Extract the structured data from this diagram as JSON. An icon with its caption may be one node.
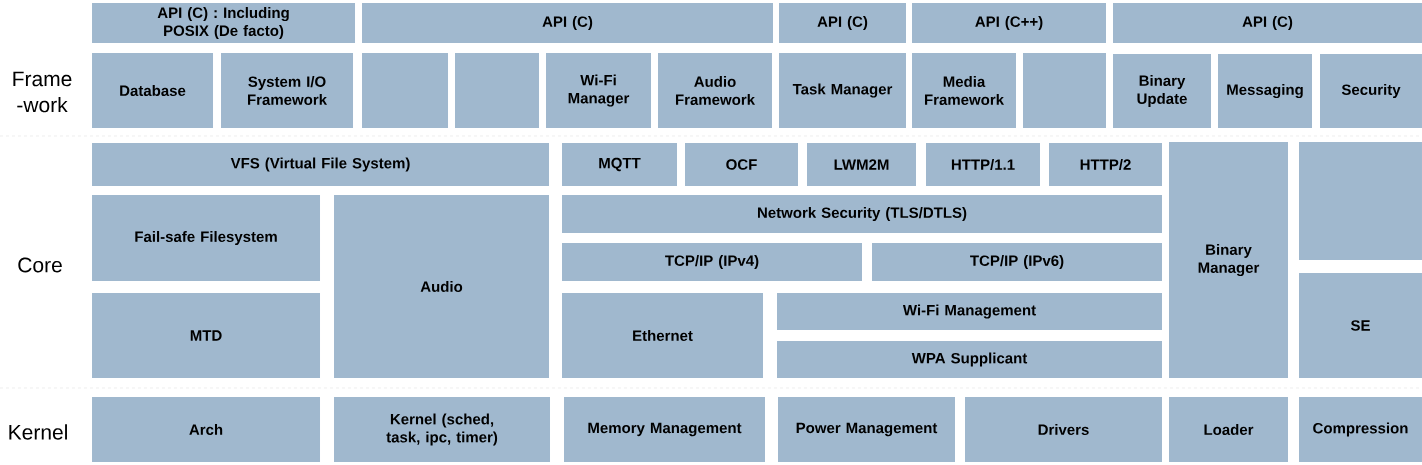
{
  "diagram": {
    "nodes": [
      {
        "text": [
          "API (C) : Including POSIX (De facto)"
        ]
      },
      {
        "text": [
          "API (C)"
        ]
      },
      {
        "text": [
          "API (C)"
        ]
      },
      {
        "text": [
          "API (C++)"
        ]
      },
      {
        "text": [
          "API (C)"
        ]
      },
      {
        "text": [
          "Database"
        ]
      },
      {
        "text": [
          "System I/O Framework"
        ]
      },
      {
        "text": [],
        "shape": "box"
      },
      {
        "text": [],
        "shape": "box"
      },
      {
        "text": [
          "Wi-Fi Manager"
        ]
      },
      {
        "text": [
          "Audio Framework"
        ]
      },
      {
        "text": [
          "Task Manager"
        ]
      },
      {
        "text": [
          "Media Framework"
        ]
      },
      {
        "text": [],
        "shape": "box"
      },
      {
        "text": [
          "Binary Update"
        ]
      },
      {
        "text": [
          "Messaging"
        ]
      },
      {
        "text": [
          "Security"
        ]
      },
      {
        "text": [
          "VFS (Virtual File System)"
        ]
      },
      {
        "text": [
          "MQTT"
        ]
      },
      {
        "text": [
          "OCF"
        ]
      },
      {
        "text": [
          "LWM2M"
        ]
      },
      {
        "text": [
          "HTTP/1.1"
        ]
      },
      {
        "text": [
          "HTTP/2"
        ]
      },
      {
        "text": [
          "Binary Manager"
        ]
      },
      {
        "text": [],
        "shape": "box"
      },
      {
        "text": [
          "Fail-safe Filesystem"
        ]
      },
      {
        "text": [
          "Audio"
        ]
      },
      {
        "text": [
          "Network Security (TLS/DTLS)"
        ]
      },
      {
        "text": [
          "TCP/IP (IPv4)"
        ]
      },
      {
        "text": [
          "TCP/IP (IPv6)"
        ]
      },
      {
        "text": [
          "SE"
        ]
      },
      {
        "text": [
          "MTD"
        ]
      },
      {
        "text": [
          "Ethernet"
        ]
      },
      {
        "text": [
          "Wi-Fi Management"
        ]
      },
      {
        "text": [
          "WPA Supplicant"
        ]
      },
      {
        "text": [
          "Arch"
        ]
      },
      {
        "text": [
          "Kernel (sched, task, ipc, timer)"
        ]
      },
      {
        "text": [
          "Memory Management"
        ]
      },
      {
        "text": [
          "Power Management"
        ]
      },
      {
        "text": [
          "Drivers"
        ]
      },
      {
        "text": [
          "Loader"
        ]
      },
      {
        "text": [
          "Compression"
        ]
      }
    ],
    "labels": [
      "Frame -work",
      "Core",
      "Kernel"
    ]
  }
}
